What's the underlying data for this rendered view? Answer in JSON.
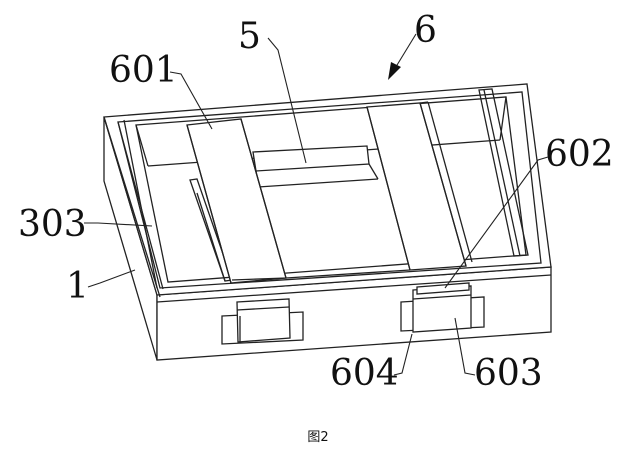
{
  "labels": {
    "l6": "6",
    "l5": "5",
    "l601": "601",
    "l602": "602",
    "l303": "303",
    "l1": "1",
    "l604": "604",
    "l603": "603"
  },
  "caption": "图2"
}
